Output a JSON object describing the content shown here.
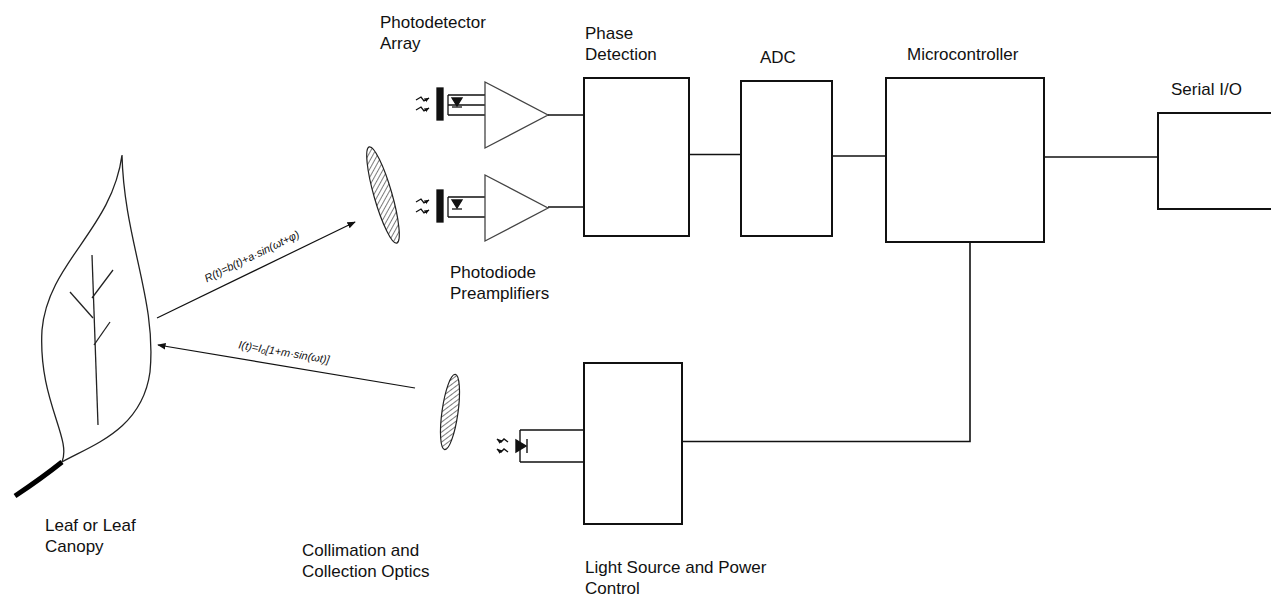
{
  "diagram": {
    "nodes": [
      {
        "text": [
          "Phase Detection"
        ]
      },
      {
        "text": [
          "ADC"
        ]
      },
      {
        "text": [
          "Microcontroller"
        ]
      },
      {
        "text": [
          "Serial I/O"
        ]
      },
      {
        "text": [
          "Light Source and Power Control"
        ]
      }
    ],
    "edges": [
      {
        "from": 0,
        "to": 1,
        "arrow": "none"
      },
      {
        "from": 1,
        "to": 2,
        "arrow": "none"
      },
      {
        "from": 2,
        "to": 3,
        "arrow": "none"
      },
      {
        "from": 2,
        "to": 4,
        "arrow": "none"
      }
    ],
    "labels": [
      "Photodetector Array",
      "Photodiode Preamplifiers",
      "Leaf or Leaf Canopy",
      "Collimation and Collection Optics",
      "R(t)=b(t)+a·sin(ωt+φ)",
      "I(t)=I₀[1+m·sin(ωt)]"
    ]
  }
}
